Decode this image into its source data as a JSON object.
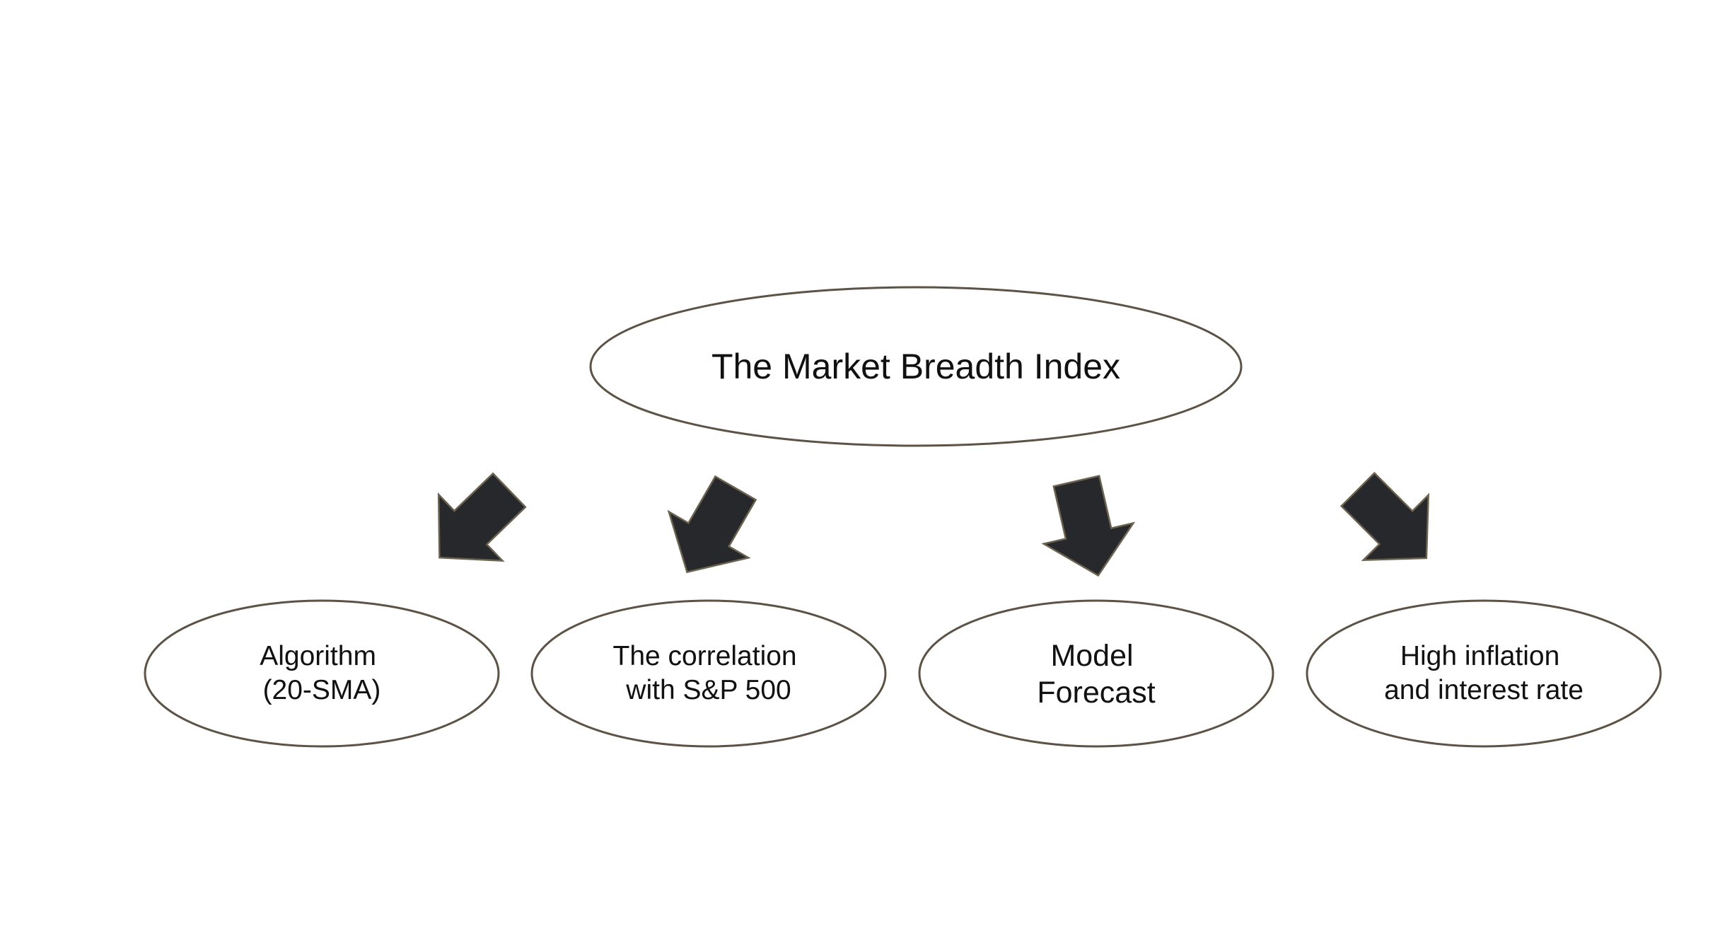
{
  "root": {
    "label": "The Market Breadth Index"
  },
  "children": [
    {
      "id": "algorithm",
      "lines": [
        "Algorithm",
        "(20-SMA)"
      ]
    },
    {
      "id": "correlation",
      "lines": [
        "The correlation",
        "with S&P 500"
      ]
    },
    {
      "id": "model-forecast",
      "lines": [
        "Model",
        "Forecast"
      ]
    },
    {
      "id": "inflation",
      "lines": [
        "High inflation",
        "and interest rate"
      ]
    }
  ],
  "colors": {
    "node_outline": "#5c5245",
    "arrow_fill": "#26282b",
    "text": "#111111",
    "background": "#ffffff"
  },
  "icons": [
    "arrow-down-left-icon",
    "arrow-down-left-icon",
    "arrow-down-icon",
    "arrow-down-right-icon"
  ]
}
